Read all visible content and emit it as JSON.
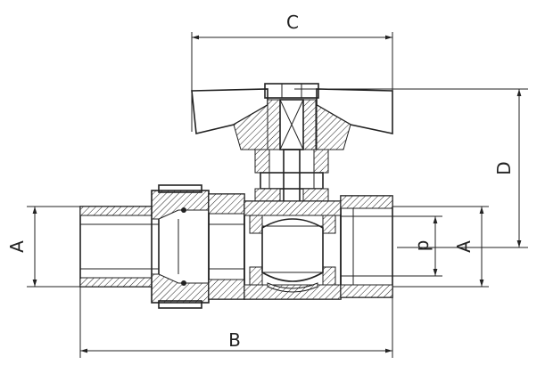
{
  "dimensions": {
    "A_left": "A",
    "A_right": "A",
    "B": "B",
    "C": "C",
    "D": "D",
    "d": "d"
  }
}
